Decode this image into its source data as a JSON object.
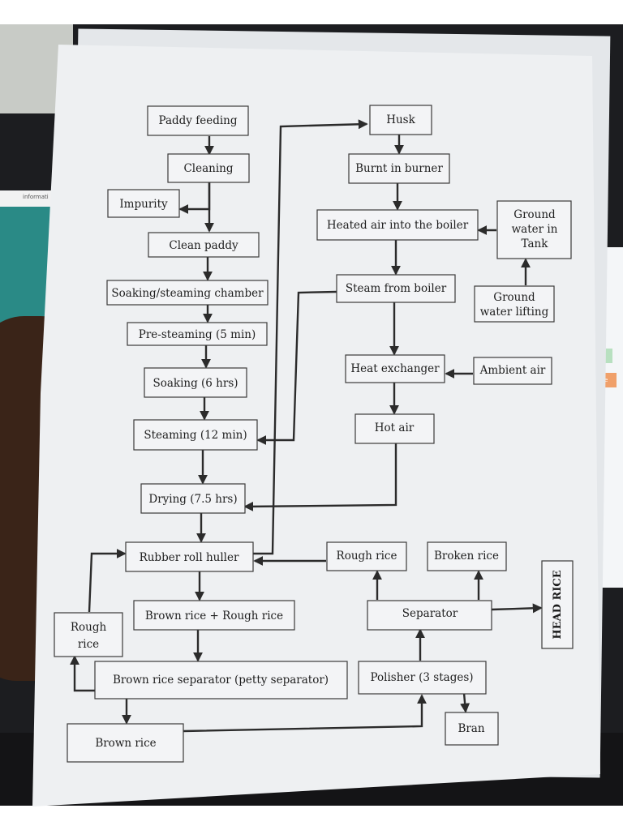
{
  "background": {
    "browser_tab": "informati",
    "monitor_button": "Activate"
  },
  "diagram": {
    "nodes": {
      "paddy_feeding": "Paddy feeding",
      "cleaning": "Cleaning",
      "impurity": "Impurity",
      "clean_paddy": "Clean paddy",
      "soaking_chamber": "Soaking/steaming chamber",
      "pre_steaming": "Pre-steaming (5 min)",
      "soaking": "Soaking (6 hrs)",
      "steaming": "Steaming (12 min)",
      "drying": "Drying (7.5 hrs)",
      "rubber_roll_huller": "Rubber roll huller",
      "brown_rough": "Brown rice + Rough rice",
      "rough_rice_left_1": "Rough",
      "rough_rice_left_2": "rice",
      "brown_separator": "Brown rice separator (petty separator)",
      "brown_rice": "Brown rice",
      "husk": "Husk",
      "burnt_in_burner": "Burnt in burner",
      "heated_air_boiler": "Heated air into the boiler",
      "ground_water_tank_1": "Ground",
      "ground_water_tank_2": "water in",
      "ground_water_tank_3": "Tank",
      "steam_from_boiler": "Steam from boiler",
      "ground_water_lifting_1": "Ground",
      "ground_water_lifting_2": "water lifting",
      "heat_exchanger": "Heat exchanger",
      "ambient_air": "Ambient air",
      "hot_air": "Hot air",
      "rough_rice_right": "Rough rice",
      "broken_rice": "Broken rice",
      "separator": "Separator",
      "head_rice": "HEAD RICE",
      "polisher": "Polisher (3 stages)",
      "bran": "Bran"
    },
    "edges": [
      [
        "Paddy feeding",
        "Cleaning"
      ],
      [
        "Cleaning",
        "Impurity"
      ],
      [
        "Cleaning",
        "Clean paddy"
      ],
      [
        "Clean paddy",
        "Soaking/steaming chamber"
      ],
      [
        "Soaking/steaming chamber",
        "Pre-steaming (5 min)"
      ],
      [
        "Pre-steaming (5 min)",
        "Soaking (6 hrs)"
      ],
      [
        "Soaking (6 hrs)",
        "Steaming (12 min)"
      ],
      [
        "Steaming (12 min)",
        "Drying (7.5 hrs)"
      ],
      [
        "Drying (7.5 hrs)",
        "Rubber roll huller"
      ],
      [
        "Rubber roll huller",
        "Husk"
      ],
      [
        "Rubber roll huller",
        "Brown rice + Rough rice"
      ],
      [
        "Brown rice + Rough rice",
        "Brown rice separator (petty separator)"
      ],
      [
        "Brown rice separator (petty separator)",
        "Rough rice"
      ],
      [
        "Rough rice",
        "Rubber roll huller"
      ],
      [
        "Brown rice separator (petty separator)",
        "Brown rice"
      ],
      [
        "Brown rice",
        "Polisher (3 stages)"
      ],
      [
        "Husk",
        "Burnt in burner"
      ],
      [
        "Burnt in burner",
        "Heated air into the boiler"
      ],
      [
        "Ground water lifting",
        "Ground water in Tank"
      ],
      [
        "Ground water in Tank",
        "Heated air into the boiler"
      ],
      [
        "Heated air into the boiler",
        "Steam from boiler"
      ],
      [
        "Steam from boiler",
        "Steaming (12 min)"
      ],
      [
        "Steam from boiler",
        "Heat exchanger"
      ],
      [
        "Ambient air",
        "Heat exchanger"
      ],
      [
        "Heat exchanger",
        "Hot air"
      ],
      [
        "Hot air",
        "Drying (7.5 hrs)"
      ],
      [
        "Polisher (3 stages)",
        "Separator"
      ],
      [
        "Polisher (3 stages)",
        "Bran"
      ],
      [
        "Separator",
        "Rough rice"
      ],
      [
        "Separator",
        "Broken rice"
      ],
      [
        "Separator",
        "HEAD RICE"
      ],
      [
        "Rough rice",
        "Rubber roll huller"
      ]
    ]
  }
}
